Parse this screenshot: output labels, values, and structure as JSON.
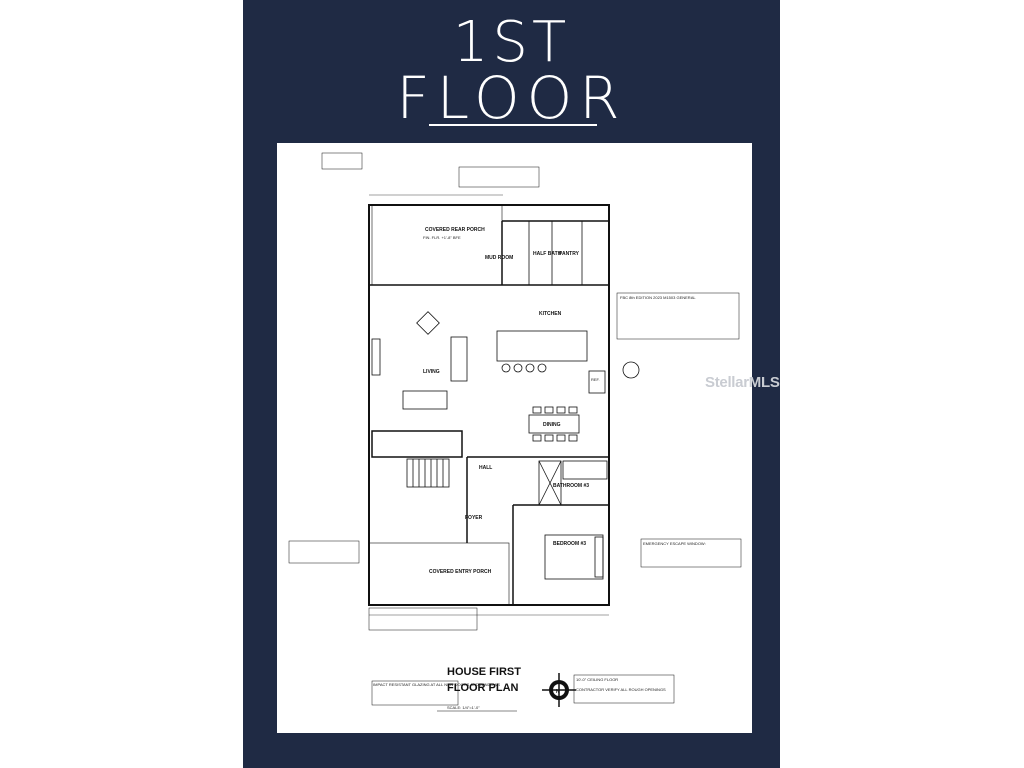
{
  "header": {
    "line1": "1ST",
    "line2": "FLOOR"
  },
  "plan": {
    "title_line1": "HOUSE FIRST",
    "title_line2": "FLOOR PLAN",
    "north": "N",
    "scale": "SCALE: 1/4\"=1'-0\"",
    "rooms": {
      "covered_rear_porch": "COVERED REAR PORCH",
      "mud_room": "MUD ROOM",
      "half_bath": "HALF BATH",
      "pantry": "PANTRY",
      "kitchen": "KITCHEN",
      "living": "LIVING",
      "dining": "DINING",
      "hall": "HALL",
      "bathroom": "BATHROOM #3",
      "foyer": "FOYER",
      "bedroom": "BEDROOM #3",
      "covered_entry_porch": "COVERED ENTRY PORCH",
      "ref": "REF."
    },
    "notes": {
      "fbc": "FBC 8th EDITION 2023 M1503 GENERAL",
      "egress": "EMERGENCY ESCAPE WINDOW:",
      "impact": "IMPACT RESISTANT GLAZING AT ALL NEW DOORS AND WINDOWS",
      "contractor": "CONTRACTOR VERIFY ALL ROUGH OPENINGS",
      "ceiling": "10'-0\" CEILING FLOOR",
      "fin_flr": "FIN. FLR. +1'-8\" BFE"
    }
  },
  "watermark": {
    "brand": "Stellar",
    "suffix": "MLS"
  },
  "colors": {
    "panel": "#1f2a44",
    "title": "#ffffff",
    "linework": "#111111"
  }
}
